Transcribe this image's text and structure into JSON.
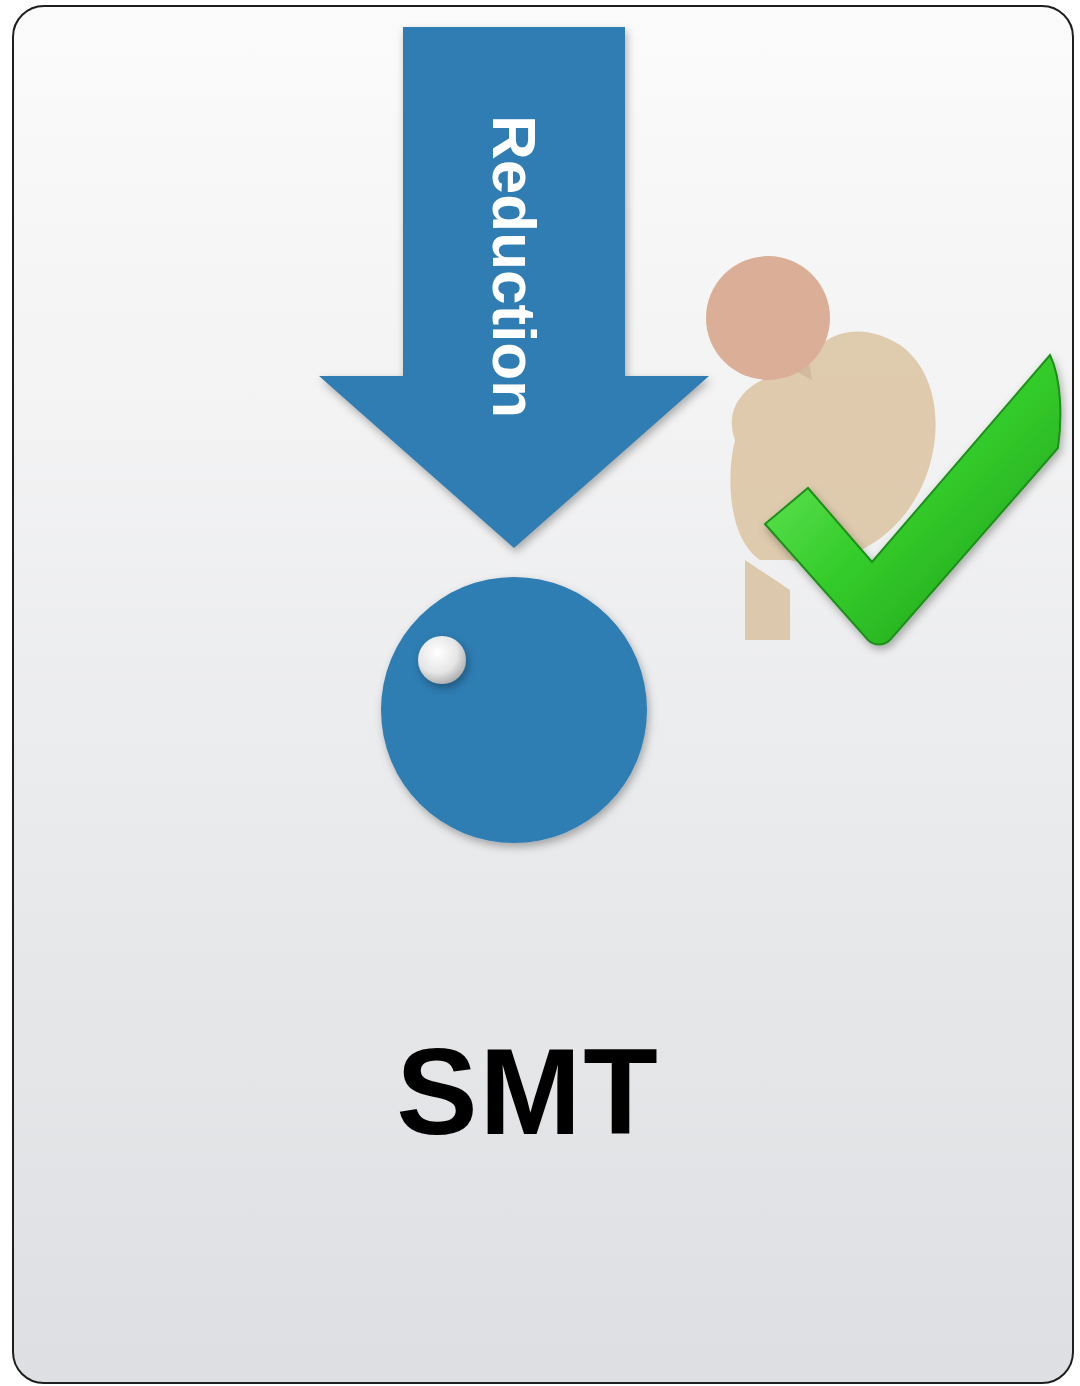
{
  "diagram": {
    "nodes": [
      {
        "text": [
          "SMT"
        ]
      },
      {
        "text": [
          "Reduction"
        ],
        "in": 0
      }
    ]
  }
}
